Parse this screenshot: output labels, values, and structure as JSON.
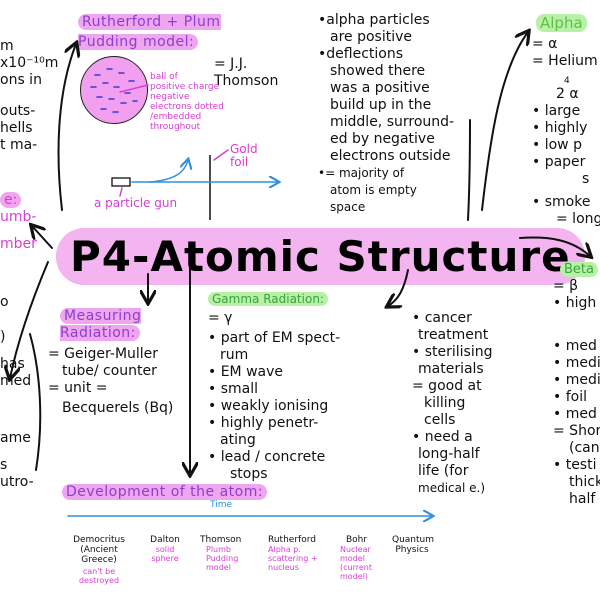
{
  "title": "P4-Atomic Structure",
  "rutherford": {
    "heading": "Rutherford + Plum Pudding model:",
    "attribution": "= J.J. Thomson",
    "diagram_notes": [
      "ball of",
      "positive charge",
      "negative",
      "electrons dotted",
      "/embedded",
      "throughout"
    ],
    "gold_label": "Gold foil",
    "gun_label": "a particle gun"
  },
  "alpha_scatter": {
    "lines": [
      "•alpha particles",
      "are positive",
      "•deflections",
      "showed there",
      "was a positive",
      "build up in the",
      "middle, surround-",
      "ed by negative",
      "electrons outside",
      "•= majority of",
      "atom is empty",
      "space"
    ]
  },
  "alpha": {
    "heading": "Alpha",
    "symbol_line": "= α",
    "lines": [
      "= Helium",
      "4",
      "2 α",
      "• large",
      "• highly",
      "• low p",
      "• paper",
      "s",
      "• smoke",
      "= long"
    ]
  },
  "left_partial": {
    "lines": [
      "m",
      "x10⁻¹⁰m",
      "ons in",
      "",
      "outs-",
      "hells",
      "t ma-"
    ],
    "pink_lines": [
      "e:",
      "umb-",
      "",
      "mber"
    ],
    "lower_lines": [
      "o",
      ")",
      "",
      "has",
      "med",
      "",
      "ame",
      "",
      "s",
      "utro-"
    ]
  },
  "measuring": {
    "heading": "Measuring Radiation:",
    "lines": [
      "= Geiger-Muller",
      "tube/ counter",
      "= unit =",
      "Becquerels (Bq)"
    ]
  },
  "gamma": {
    "heading": "Gamma Radiation:",
    "lines": [
      "= γ",
      "• part of EM spect-",
      "rum",
      "• EM wave",
      "• small",
      "• weakly ionising",
      "• highly penetr-",
      "ating",
      "• lead / concrete",
      "stops"
    ]
  },
  "uses": {
    "lines": [
      "• cancer",
      "treatment",
      "• sterilising",
      "materials",
      "= good at",
      "killing",
      "cells",
      "• need a",
      "long-half",
      "life (for",
      "medical e.)"
    ]
  },
  "beta": {
    "heading": "Beta",
    "lines": [
      "= β",
      "• high",
      "",
      "• med",
      "• medi",
      "• medi",
      "• foil",
      "• med",
      "= Shor",
      "(can",
      "• testi",
      "thick",
      "half"
    ]
  },
  "development": {
    "heading": "Development of the atom:",
    "axis_label": "Time",
    "timeline": [
      {
        "name": "Democritus",
        "sub": "(Ancient Greece)",
        "desc": "can't be destroyed"
      },
      {
        "name": "Dalton",
        "sub": "",
        "desc": "solid sphere"
      },
      {
        "name": "Thomson",
        "sub": "",
        "desc": "Plumb Pudding model"
      },
      {
        "name": "Rutherford",
        "sub": "",
        "desc": "Alpha p. scattering + nucleus"
      },
      {
        "name": "Bohr",
        "sub": "",
        "desc": "Nuclear model (current model)"
      },
      {
        "name": "Quantum",
        "sub": "",
        "desc": "Physics"
      }
    ]
  },
  "colors": {
    "pink_highlight": "#f0a6ee",
    "green_highlight": "#b8f0a6",
    "pink_text": "#d63fd0",
    "blue_text": "#2f8fdc",
    "heading_purple": "#8a3fd0"
  }
}
